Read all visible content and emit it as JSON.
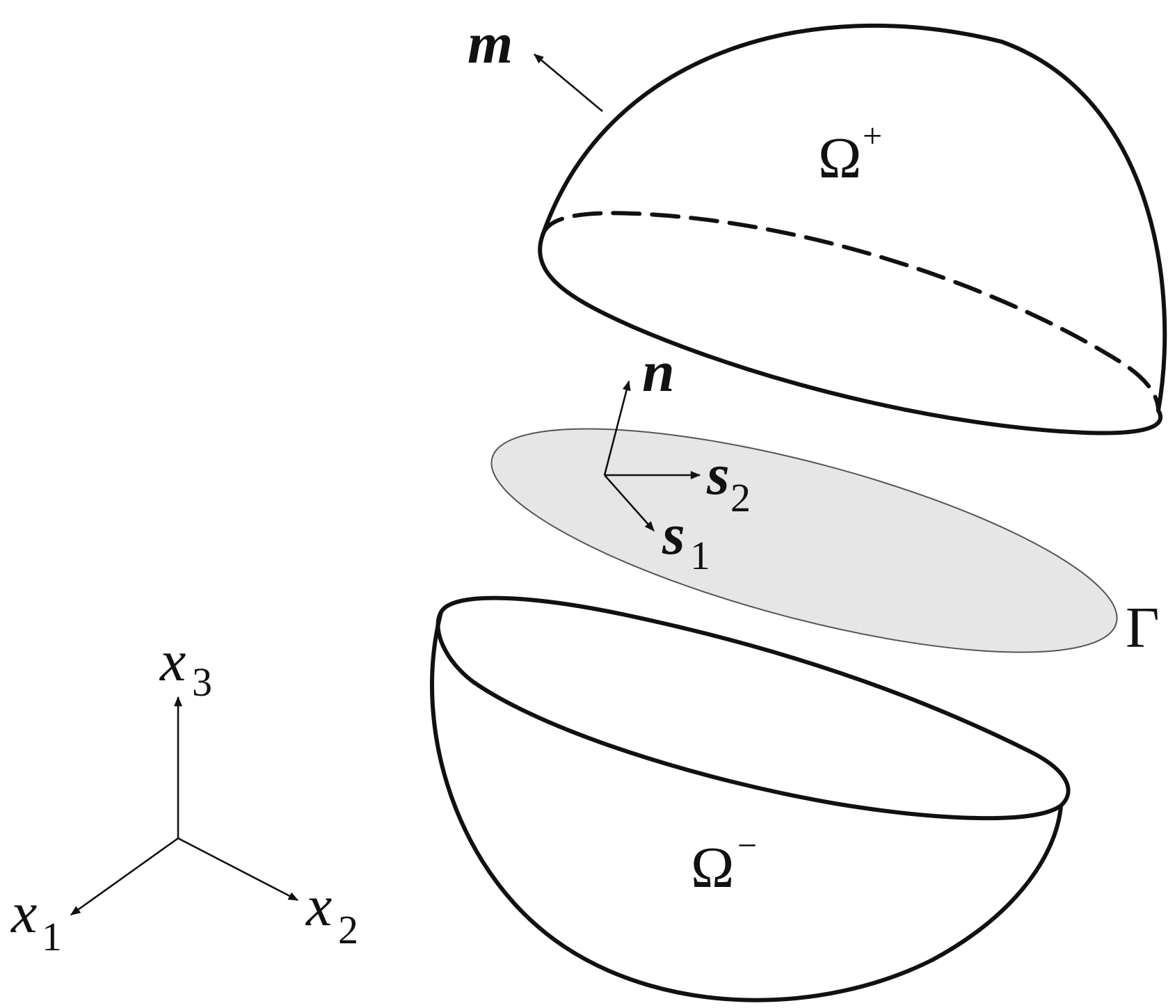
{
  "labels": {
    "m": "m",
    "n": "n",
    "s2": "s",
    "s2_sub": "2",
    "s1": "s",
    "s1_sub": "1",
    "omega_plus": "Ω",
    "omega_plus_sup": "+",
    "omega_minus": "Ω",
    "omega_minus_sup": "−",
    "gamma": "Γ",
    "x3": "x",
    "x3_sub": "3",
    "x1": "x",
    "x1_sub": "1",
    "x2": "x",
    "x2_sub": "2"
  },
  "colors": {
    "line": "#111111",
    "interface_fill": "#e6e6e6",
    "background": "#ffffff"
  }
}
